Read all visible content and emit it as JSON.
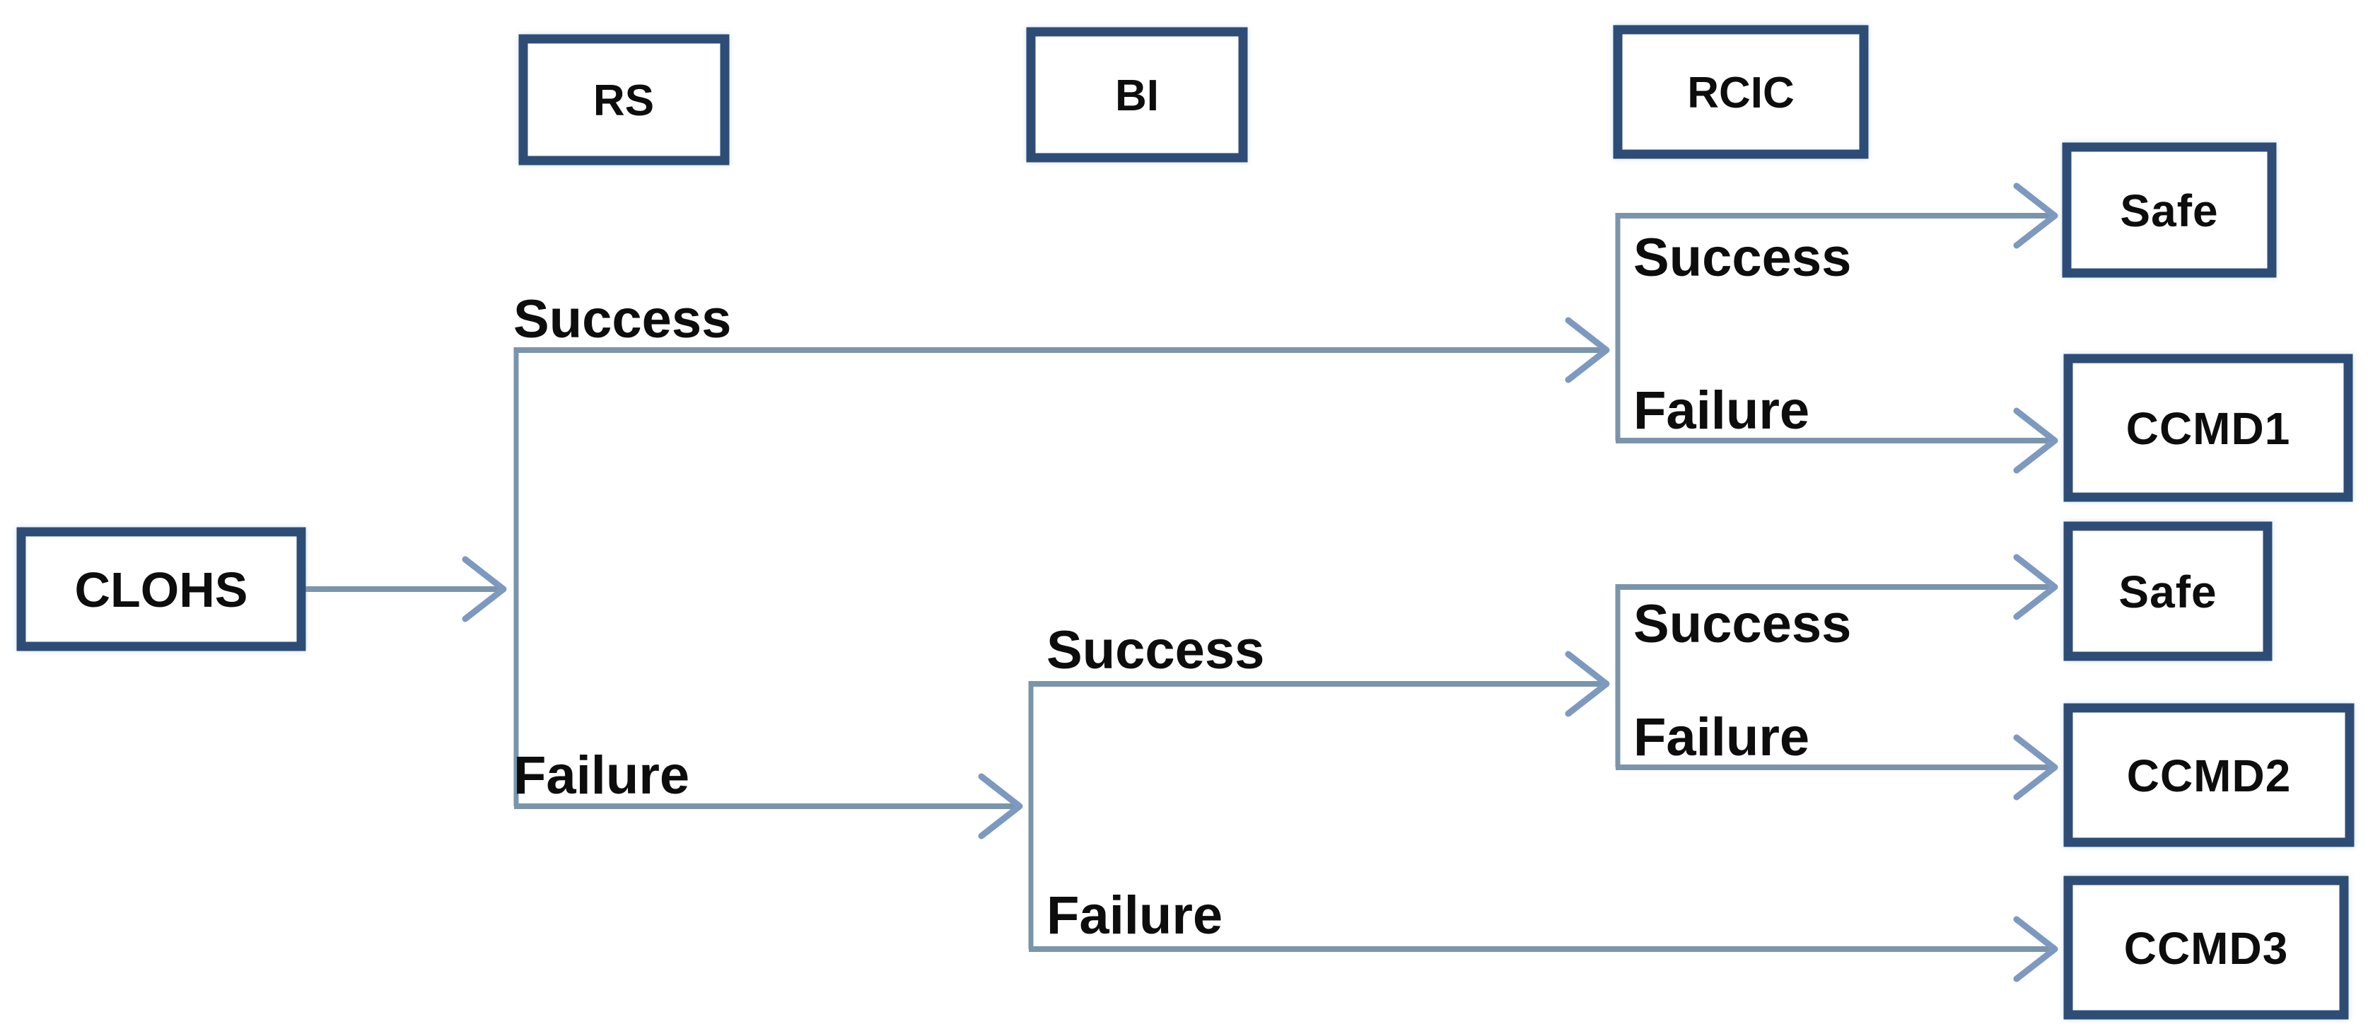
{
  "diagram": {
    "type": "event-tree",
    "initiating_event": "CLOHS",
    "top_event_headers": [
      "RS",
      "BI",
      "RCIC"
    ],
    "end_states": [
      "Safe",
      "CCMD1",
      "Safe",
      "CCMD2",
      "CCMD3"
    ],
    "paths": [
      {
        "branches": [
          "RS Success",
          "RCIC Success"
        ],
        "end_state": "Safe"
      },
      {
        "branches": [
          "RS Success",
          "RCIC Failure"
        ],
        "end_state": "CCMD1"
      },
      {
        "branches": [
          "RS Failure",
          "BI Success",
          "RCIC Success"
        ],
        "end_state": "Safe"
      },
      {
        "branches": [
          "RS Failure",
          "BI Success",
          "RCIC Failure"
        ],
        "end_state": "CCMD2"
      },
      {
        "branches": [
          "RS Failure",
          "BI Failure"
        ],
        "end_state": "CCMD3"
      }
    ]
  },
  "labels": {
    "clohs": "CLOHS",
    "rs": "RS",
    "bi": "BI",
    "rcic": "RCIC",
    "rs_success": "Success",
    "rs_failure": "Failure",
    "bi_success": "Success",
    "bi_failure": "Failure",
    "rcic1_success": "Success",
    "rcic1_failure": "Failure",
    "rcic2_success": "Success",
    "rcic2_failure": "Failure",
    "outcome_safe_1": "Safe",
    "outcome_ccmd1": "CCMD1",
    "outcome_safe_2": "Safe",
    "outcome_ccmd2": "CCMD2",
    "outcome_ccmd3": "CCMD3"
  },
  "colors": {
    "box_border": "#2e4d76",
    "connector": "#7a95ab",
    "arrowhead": "#7d99c0",
    "text": "#0d0d0d",
    "background": "#ffffff"
  }
}
